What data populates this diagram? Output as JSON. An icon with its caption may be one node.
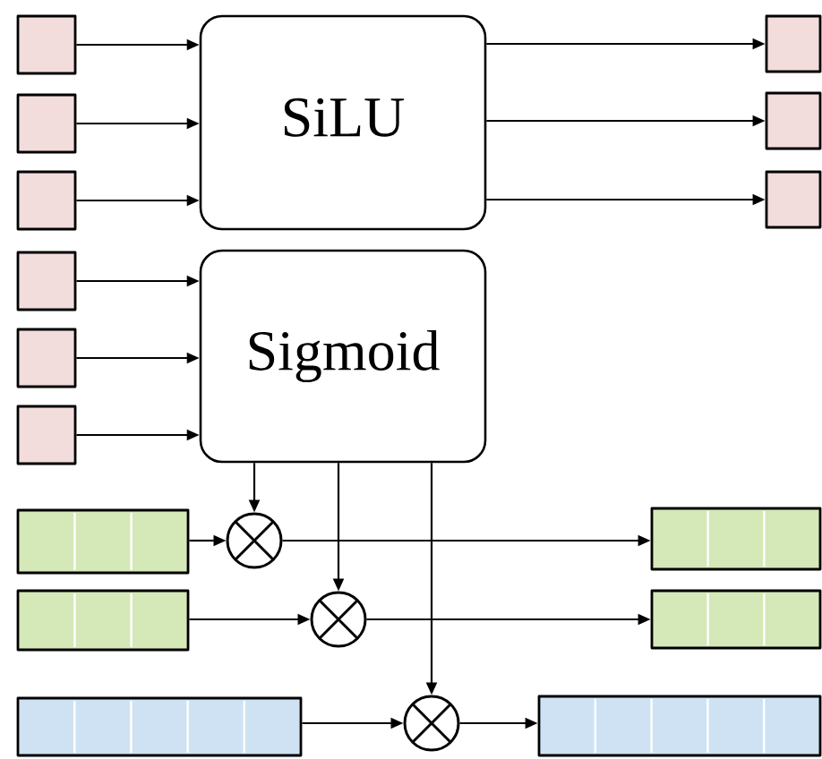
{
  "diagram": {
    "nodes": [
      {
        "text": [],
        "shape": "box"
      },
      {
        "text": [],
        "shape": "box"
      },
      {
        "text": [],
        "shape": "box"
      },
      {
        "text": [
          "SiLU"
        ]
      },
      {
        "text": [],
        "shape": "box"
      },
      {
        "text": [],
        "shape": "box"
      },
      {
        "text": [],
        "shape": "box"
      },
      {
        "text": [],
        "shape": "box"
      },
      {
        "text": [],
        "shape": "box"
      },
      {
        "text": [],
        "shape": "box"
      },
      {
        "text": [
          "Sigmoid"
        ]
      },
      {
        "text": [],
        "shape": "bar"
      },
      {
        "text": [],
        "shape": "circle"
      },
      {
        "text": [],
        "shape": "bar"
      },
      {
        "text": [],
        "shape": "bar"
      },
      {
        "text": [],
        "shape": "circle"
      },
      {
        "text": [],
        "shape": "bar"
      },
      {
        "text": [],
        "shape": "bar"
      },
      {
        "text": [],
        "shape": "circle"
      },
      {
        "text": [],
        "shape": "bar"
      }
    ],
    "edges": [
      {
        "from": 0,
        "to": 3,
        "arrow": "to"
      },
      {
        "from": 1,
        "to": 3,
        "arrow": "to"
      },
      {
        "from": 2,
        "to": 3,
        "arrow": "to"
      },
      {
        "from": 3,
        "to": 4,
        "arrow": "to"
      },
      {
        "from": 3,
        "to": 5,
        "arrow": "to"
      },
      {
        "from": 3,
        "to": 6,
        "arrow": "to"
      },
      {
        "from": 7,
        "to": 10,
        "arrow": "to"
      },
      {
        "from": 8,
        "to": 10,
        "arrow": "to"
      },
      {
        "from": 9,
        "to": 10,
        "arrow": "to"
      },
      {
        "from": 10,
        "to": 12,
        "arrow": "to"
      },
      {
        "from": 10,
        "to": 15,
        "arrow": "to"
      },
      {
        "from": 10,
        "to": 18,
        "arrow": "to"
      },
      {
        "from": 11,
        "to": 12,
        "arrow": "to"
      },
      {
        "from": 12,
        "to": 13,
        "arrow": "to"
      },
      {
        "from": 14,
        "to": 15,
        "arrow": "to"
      },
      {
        "from": 15,
        "to": 16,
        "arrow": "to"
      },
      {
        "from": 17,
        "to": 18,
        "arrow": "to"
      },
      {
        "from": 18,
        "to": 19,
        "arrow": "to"
      }
    ]
  }
}
